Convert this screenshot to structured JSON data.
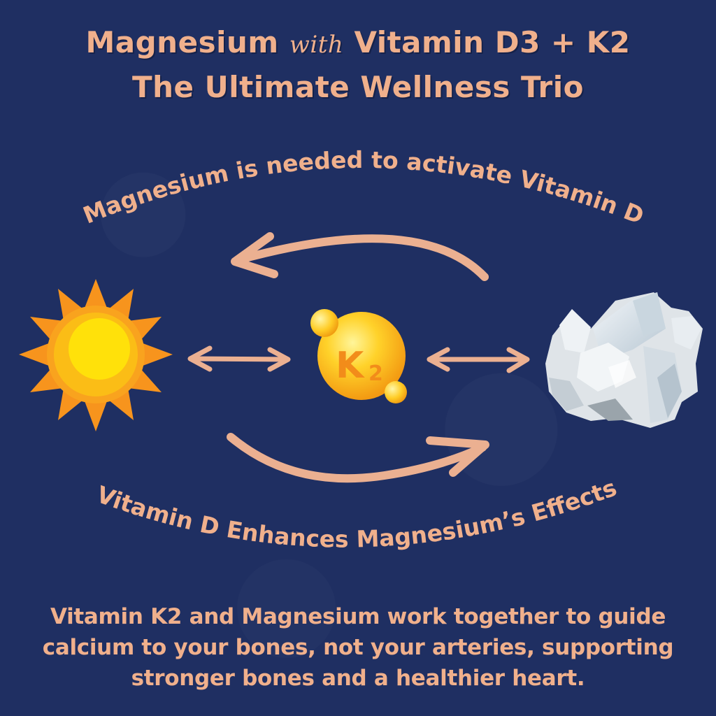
{
  "colors": {
    "background": "#1f2f62",
    "accent_text": "#f0b08c",
    "arrow": "#ebb091",
    "sun_outer": "#f7941d",
    "sun_inner": "#ffd60a",
    "k2_orb": "#fbc02d",
    "k2_letter": "#f28c1a",
    "crystal": "#e6edf2"
  },
  "header": {
    "title_part1": "Magnesium",
    "title_with": "with",
    "title_part2": "Vitamin D3 + K2",
    "subtitle": "The Ultimate Wellness Trio"
  },
  "diagram": {
    "top_caption": "Magnesium is needed to activate Vitamin D",
    "bottom_caption": "Vitamin D Enhances Magnesium’s Effects",
    "nodes": [
      {
        "name": "sun-icon",
        "represents": "Vitamin D3"
      },
      {
        "name": "k2-orb-icon",
        "label": "K",
        "subscript": "2"
      },
      {
        "name": "magnesium-crystal-icon",
        "represents": "Magnesium"
      }
    ]
  },
  "footer": {
    "lines": [
      "Vitamin K2 and Magnesium work together to guide",
      "calcium to your bones, not your arteries, supporting",
      "stronger bones and a healthier heart."
    ]
  }
}
